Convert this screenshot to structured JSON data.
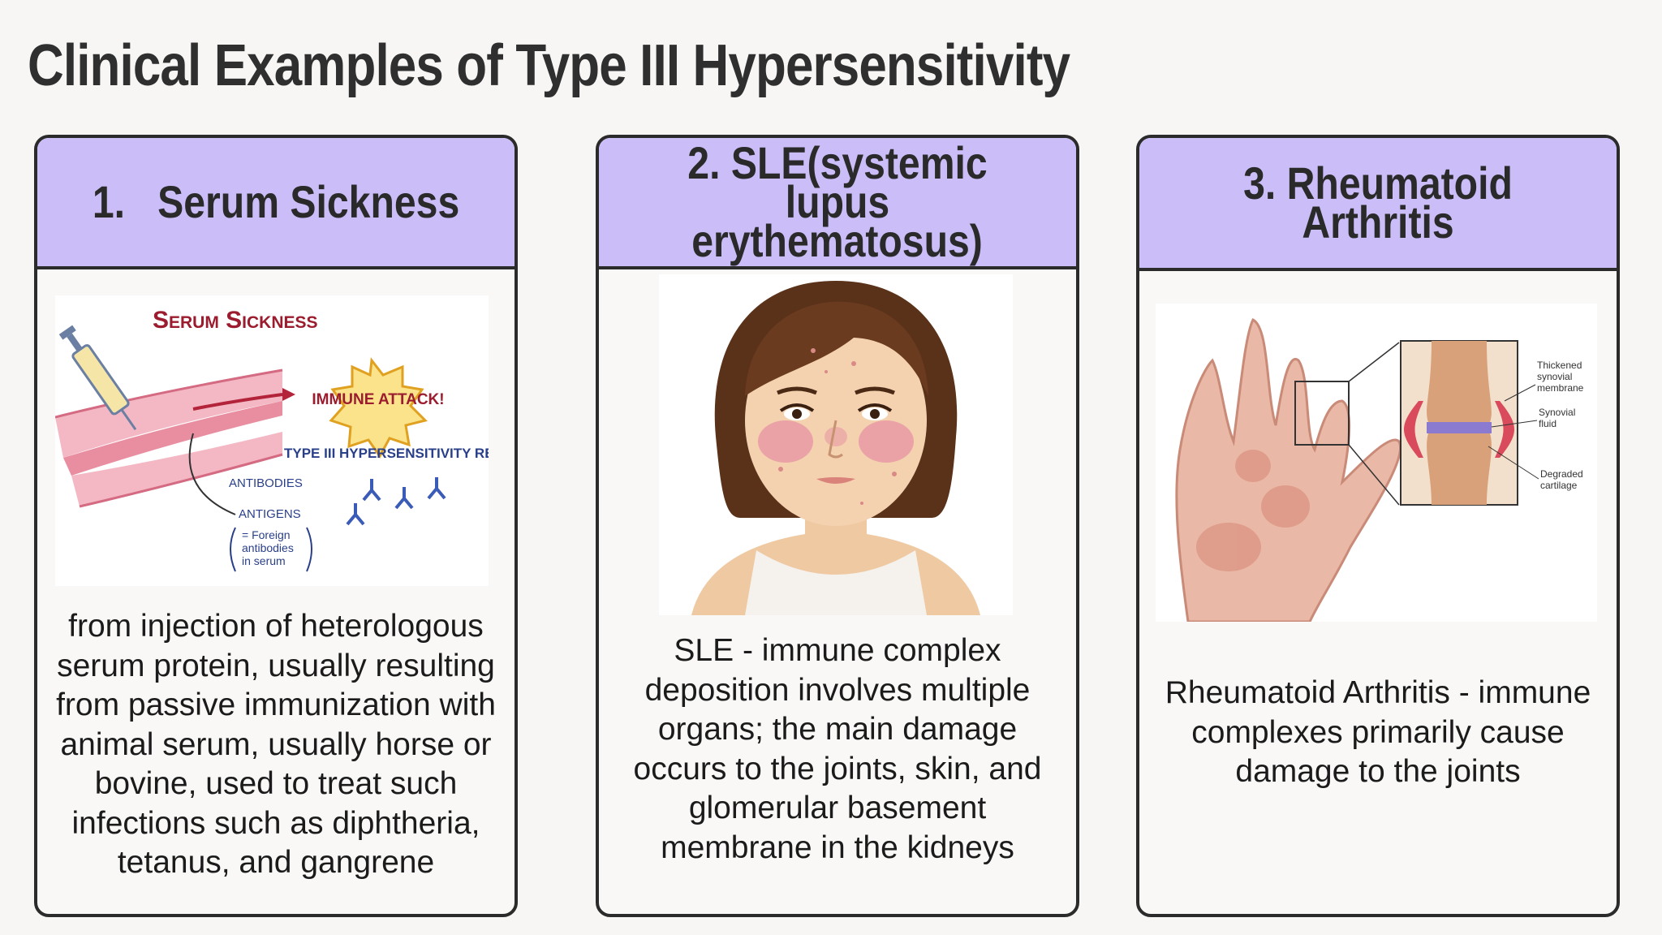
{
  "title": "Clinical Examples of Type III Hypersensitivity",
  "cards": [
    {
      "heading": "1.   Serum Sickness",
      "illustration": {
        "title": "Serum Sickness",
        "burst": "IMMUNE ATTACK!",
        "reaction": "TYPE III HYPERSENSITIVITY REACTION",
        "antibodies": "ANTIBODIES",
        "antigens": "ANTIGENS",
        "note_1": "= Foreign",
        "note_2": "antibodies",
        "note_3": "in serum"
      },
      "text": "from injection of heterologous serum protein, usually resulting from passive immunization with animal serum, usually horse or bovine, used to treat such infections such as diphtheria, tetanus, and gangrene"
    },
    {
      "heading_line1": "2. SLE(systemic lupus",
      "heading_line2": "erythematosus)",
      "text": "SLE - immune complex deposition involves multiple organs; the main damage occurs to the joints, skin, and glomerular basement membrane in the kidneys"
    },
    {
      "heading": "3. Rheumatoid Arthritis",
      "illustration": {
        "label_1a": "Thickened",
        "label_1b": "synovial",
        "label_1c": "membrane",
        "label_2a": "Synovial",
        "label_2b": "fluid",
        "label_3a": "Degraded",
        "label_3b": "cartilage"
      },
      "text": "Rheumatoid Arthritis - immune complexes primarily cause damage to the joints"
    }
  ],
  "colors": {
    "header_fill": "#cbbdf8",
    "border": "#2b2b2b",
    "background": "#f7f6f4"
  }
}
